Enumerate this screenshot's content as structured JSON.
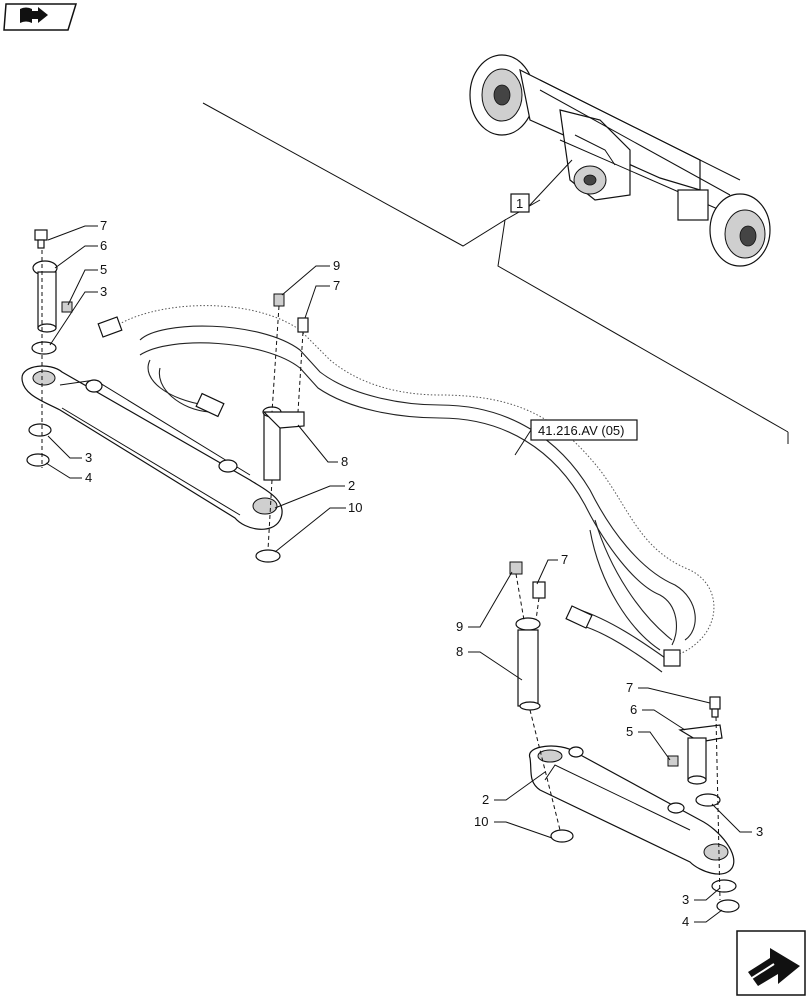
{
  "nav": {
    "top_icon": "book-arrow-icon",
    "bottom_icon": "next-page-arrow-icon"
  },
  "reference": {
    "box_label": "1",
    "section_ref": "41.216.AV (05)"
  },
  "callouts": {
    "left": [
      "7",
      "6",
      "5",
      "3",
      "3",
      "4",
      "9",
      "7",
      "8",
      "2",
      "10"
    ],
    "right": [
      "7",
      "9",
      "8",
      "7",
      "6",
      "5",
      "2",
      "10",
      "3",
      "3",
      "4"
    ]
  }
}
